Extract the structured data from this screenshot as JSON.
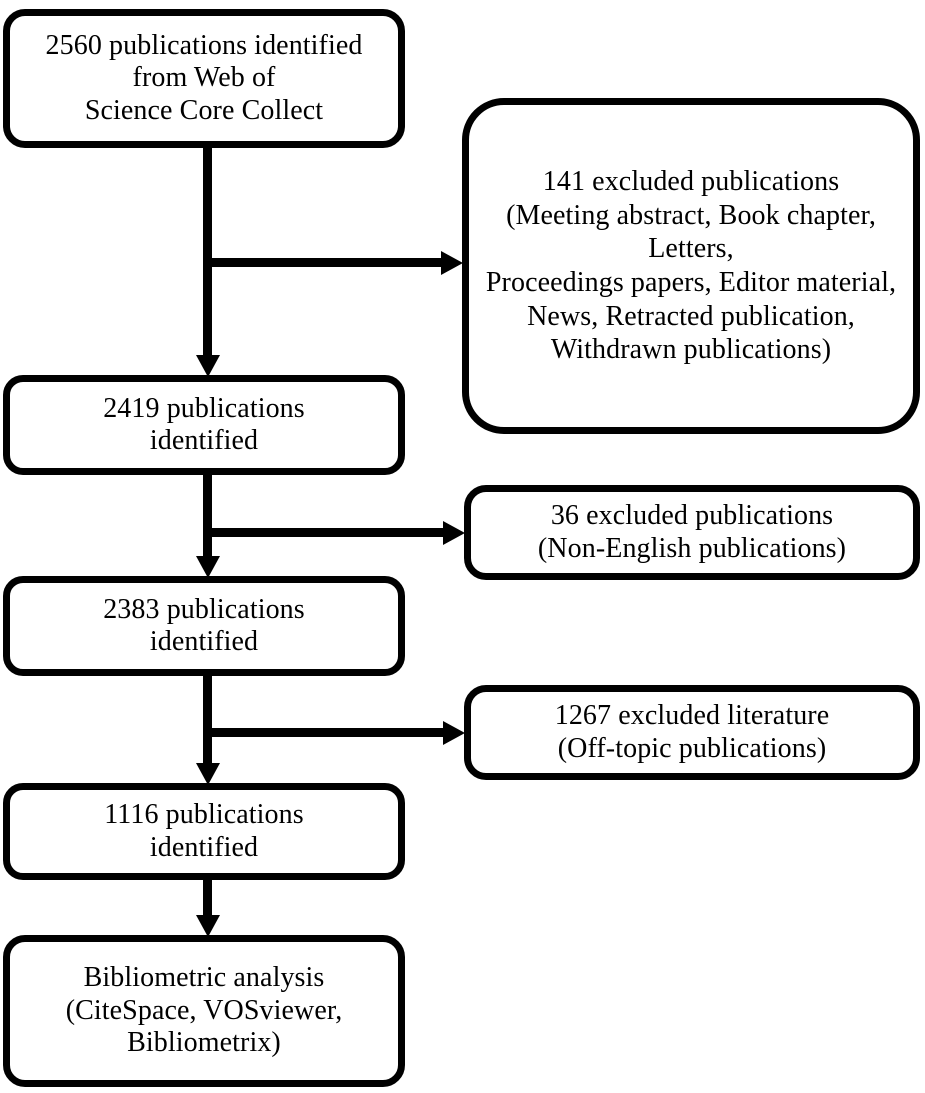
{
  "diagram": {
    "title": "Publication screening flowchart",
    "type": "flowchart",
    "stroke_color": "#000000",
    "background_color": "#ffffff",
    "nodes": {
      "source": {
        "label": "2560 publications identified from Web of\nScience Core Collect",
        "count": 2560
      },
      "identified_2419": {
        "label": "2419 publications\nidentified",
        "count": 2419
      },
      "identified_2383": {
        "label": "2383 publications\nidentified",
        "count": 2383
      },
      "identified_1116": {
        "label": "1116 publications\nidentified",
        "count": 1116
      },
      "analysis": {
        "label": "Bibliometric analysis\n(CiteSpace, VOSviewer,\nBibliometrix)"
      },
      "excluded_141": {
        "label": "141 excluded publications\n(Meeting abstract, Book chapter, Letters,\nProceedings papers, Editor material, News,  Retracted publication, Withdrawn publications)",
        "count": 141
      },
      "excluded_36": {
        "label": "36 excluded publications\n(Non-English publications)",
        "count": 36
      },
      "excluded_1267": {
        "label": "1267 excluded literature\n(Off-topic publications)",
        "count": 1267
      }
    }
  }
}
